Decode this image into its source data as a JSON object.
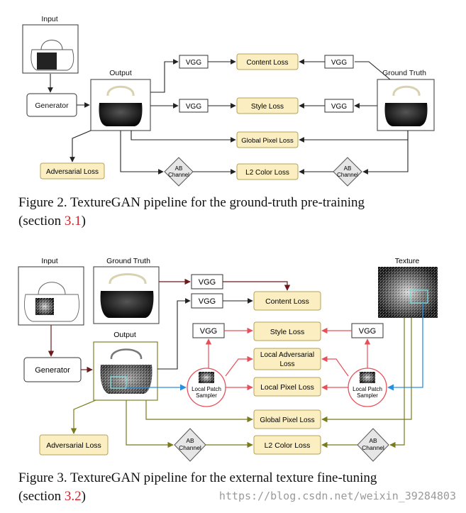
{
  "figure2": {
    "labels": {
      "input": "Input",
      "output": "Output",
      "ground_truth": "Ground Truth",
      "generator": "Generator",
      "vgg": "VGG",
      "content_loss": "Content Loss",
      "style_loss": "Style Loss",
      "global_pixel_loss": "Global Pixel Loss",
      "adversarial_loss": "Adversarial Loss",
      "l2_color_loss": "L2 Color Loss",
      "ab_channel_1": "AB",
      "ab_channel_2": "Channel"
    },
    "caption": {
      "line1": "Figure 2. TextureGAN pipeline for the ground-truth pre-training",
      "line2_prefix": "(section ",
      "ref": "3.1",
      "line2_suffix": ")"
    }
  },
  "figure3": {
    "labels": {
      "input": "Input",
      "ground_truth": "Ground Truth",
      "texture": "Texture",
      "output": "Output",
      "generator": "Generator",
      "vgg": "VGG",
      "content_loss": "Content Loss",
      "style_loss": "Style Loss",
      "local_adversarial_loss_1": "Local Adversarial",
      "local_adversarial_loss_2": "Loss",
      "local_pixel_loss": "Local Pixel Loss",
      "global_pixel_loss": "Global Pixel Loss",
      "adversarial_loss": "Adversarial Loss",
      "l2_color_loss": "L2 Color Loss",
      "local_patch_1": "Local Patch",
      "local_patch_2": "Sampler",
      "ab_channel_1": "AB",
      "ab_channel_2": "Channel"
    },
    "caption": {
      "line1": "Figure 3. TextureGAN pipeline for the external texture fine-tuning",
      "line2_prefix": "(section ",
      "ref": "3.2",
      "line2_suffix": ")"
    }
  },
  "watermark": "https://blog.csdn.net/weixin_39284803",
  "colors": {
    "loss_fill": "#fbeec0",
    "loss_stroke": "#b5a15a",
    "arrow_dark": "#222222",
    "arrow_red": "#e6505a",
    "arrow_blue": "#2b8fe0",
    "arrow_olive": "#7a7a1e",
    "arrow_maroon": "#6b1a1a"
  }
}
